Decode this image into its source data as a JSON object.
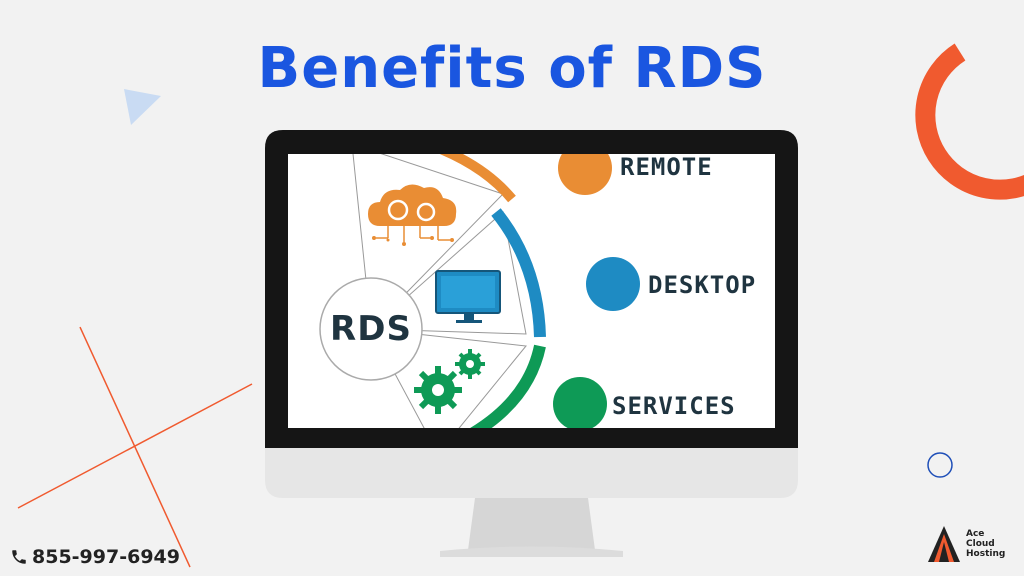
{
  "page": {
    "title": "Benefits of RDS",
    "title_color": "#1a56e0"
  },
  "screen": {
    "center_label": "RDS",
    "items": [
      {
        "label": "REMOTE",
        "color": "#e98d34"
      },
      {
        "label": "DESKTOP",
        "color": "#1e8bc3"
      },
      {
        "label": "SERVICES",
        "color": "#0e9a56"
      }
    ],
    "icons": [
      "cloud-gears-icon",
      "monitor-icon",
      "gears-icon"
    ]
  },
  "footer": {
    "phone": "855-997-6949",
    "logo_lines": [
      "Ace",
      "Cloud",
      "Hosting"
    ]
  },
  "colors": {
    "accent_orange": "#f05a2f",
    "deco_blue": "#1f4fb8",
    "triangle_blue": "#c9dbf3",
    "bezel": "#151515",
    "stand": "#e6e6e6"
  }
}
